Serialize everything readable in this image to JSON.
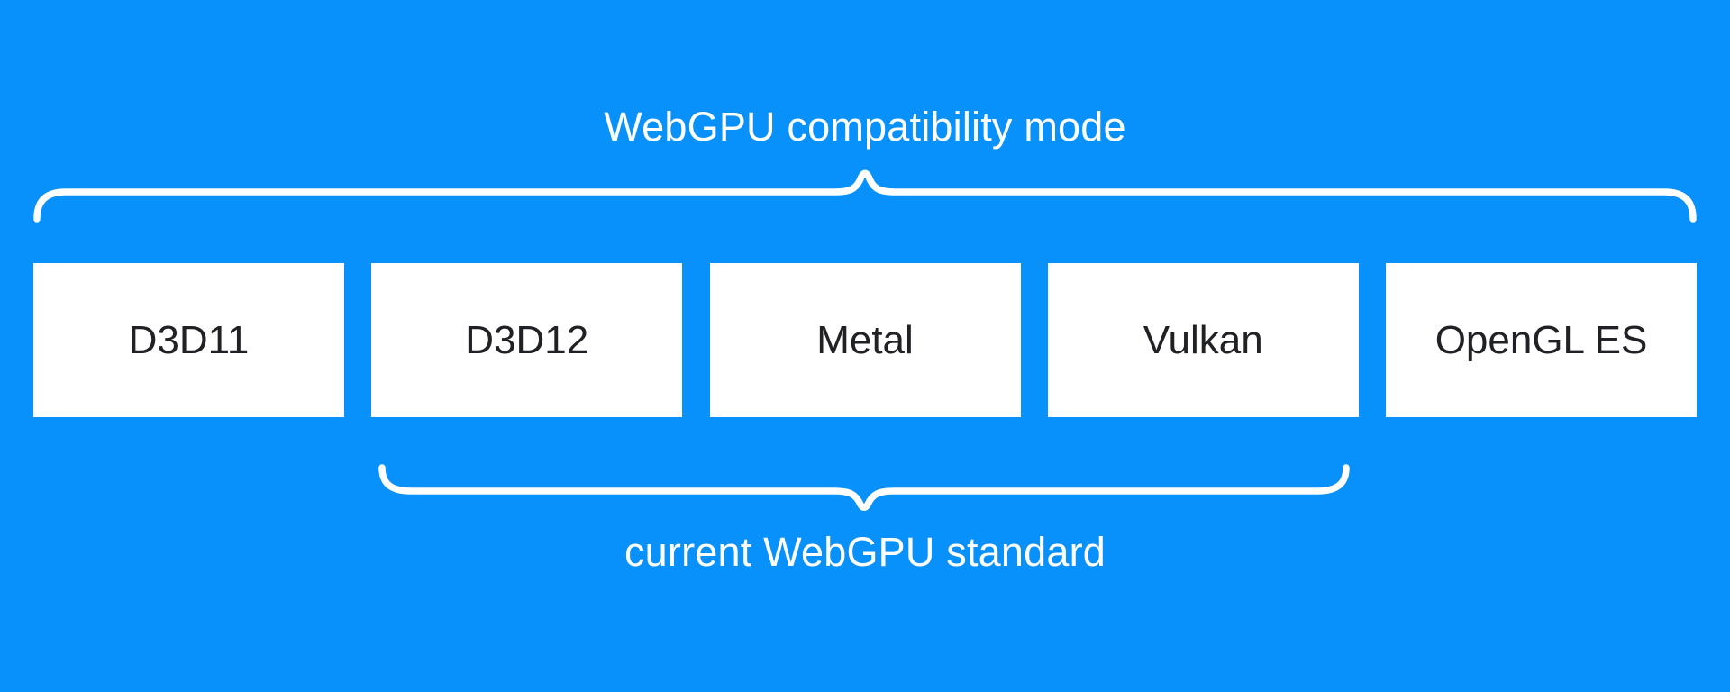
{
  "diagram": {
    "top_label": "WebGPU compatibility mode",
    "bottom_label": "current WebGPU standard",
    "colors": {
      "background": "#0891fb",
      "box_background": "#ffffff",
      "box_text": "#202124",
      "brace": "#ffffff",
      "label_text": "#ffffff"
    }
  },
  "backends": [
    {
      "label": "D3D11"
    },
    {
      "label": "D3D12"
    },
    {
      "label": "Metal"
    },
    {
      "label": "Vulkan"
    },
    {
      "label": "OpenGL ES"
    }
  ]
}
